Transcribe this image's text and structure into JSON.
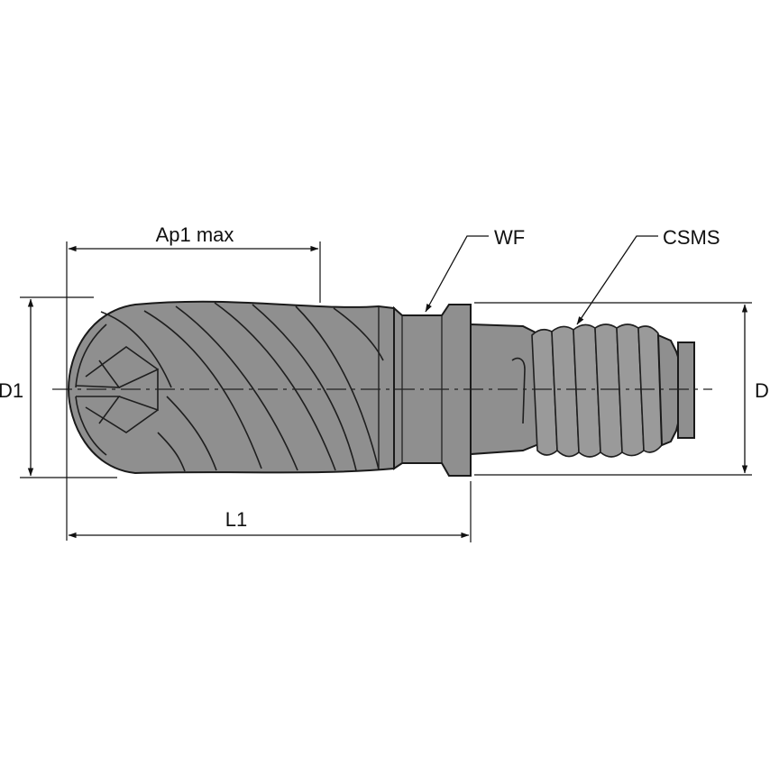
{
  "labels": {
    "ap1_max": "Ap1 max",
    "wf": "WF",
    "csms": "CSMS",
    "d1": "D1",
    "d": "D",
    "l1": "L1"
  },
  "colors": {
    "tool_body": "#8f8f8f",
    "tool_highlight": "#b4b4b4",
    "tool_shadow": "#6e6e6e",
    "lines": "#111111"
  }
}
